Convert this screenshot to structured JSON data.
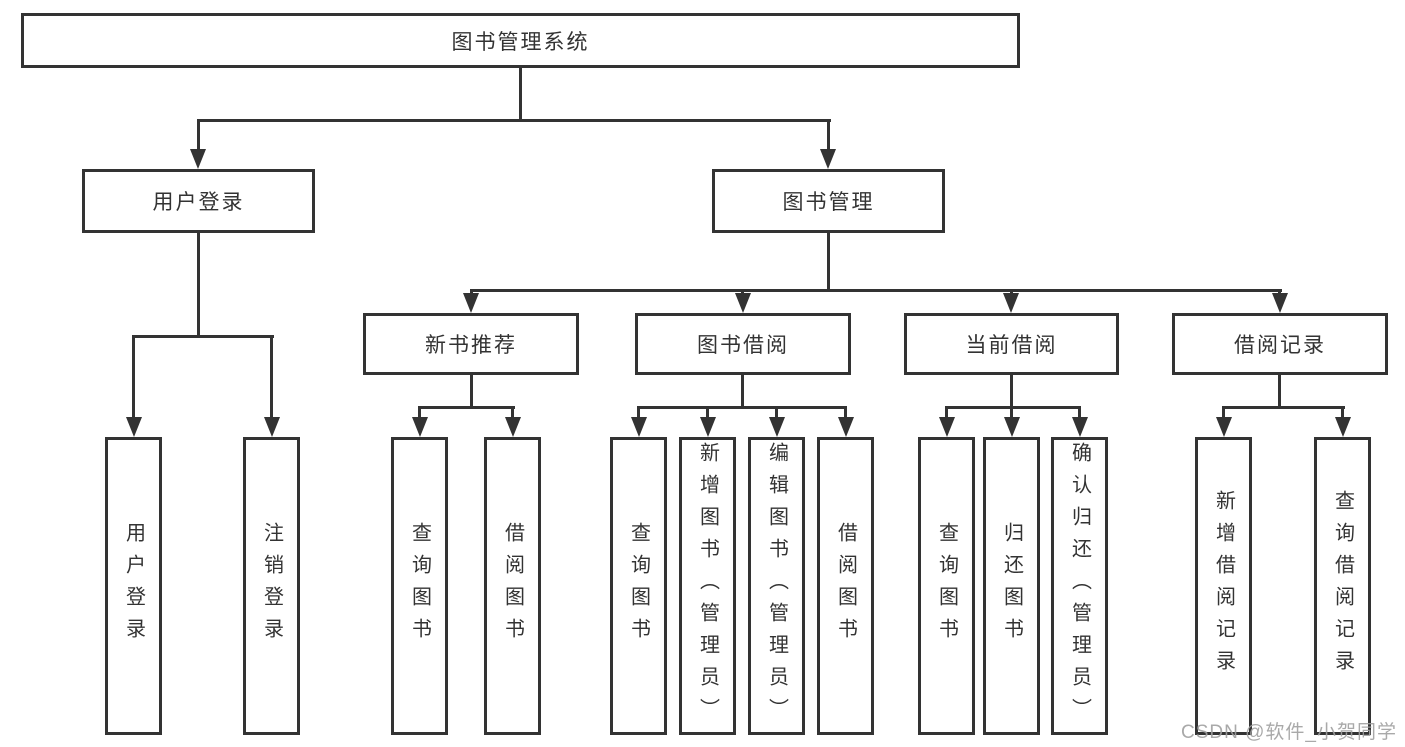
{
  "tree": {
    "root": {
      "label": "图书管理系统"
    },
    "branches": [
      {
        "label": "用户登录",
        "children": [
          {
            "label": "用户登录"
          },
          {
            "label": "注销登录"
          }
        ]
      },
      {
        "label": "图书管理",
        "children": [
          {
            "label": "新书推荐",
            "children": [
              {
                "label": "查询图书"
              },
              {
                "label": "借阅图书"
              }
            ]
          },
          {
            "label": "图书借阅",
            "children": [
              {
                "label": "查询图书"
              },
              {
                "label": "新增图书（管理员）"
              },
              {
                "label": "编辑图书（管理员）"
              },
              {
                "label": "借阅图书"
              }
            ]
          },
          {
            "label": "当前借阅",
            "children": [
              {
                "label": "查询图书"
              },
              {
                "label": "归还图书"
              },
              {
                "label": "确认归还（管理员）"
              }
            ]
          },
          {
            "label": "借阅记录",
            "children": [
              {
                "label": "新增借阅记录"
              },
              {
                "label": "查询借阅记录"
              }
            ]
          }
        ]
      }
    ]
  },
  "watermark": {
    "text": "CSDN @软件_小贺同学"
  },
  "colors": {
    "line": "#333333",
    "text": "#333333",
    "background": "#ffffff",
    "watermark": "#a0a0a0"
  }
}
